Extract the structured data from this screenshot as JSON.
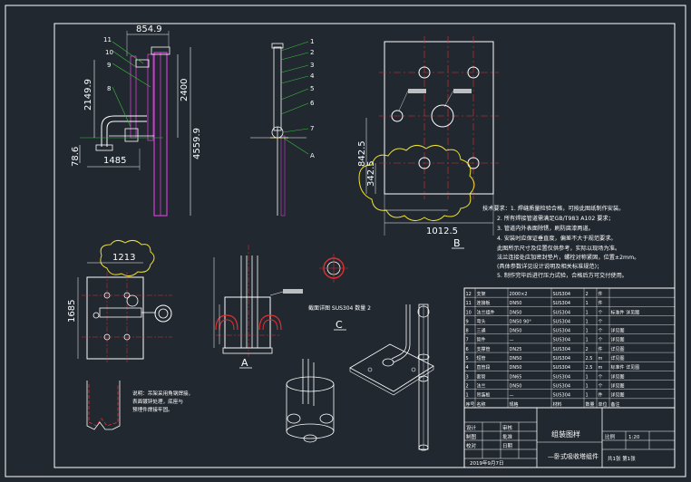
{
  "dimensions": {
    "d_854_9": "854.9",
    "d_2149_9": "2149.9",
    "d_2400": "2400",
    "d_4559_9": "4559.9",
    "d_78_6": "78.6",
    "d_1485": "1485",
    "d_842_5": "842.5",
    "d_342_5": "342.5",
    "d_1012_5": "1012.5",
    "d_1213": "1213",
    "d_1685": "1685"
  },
  "balloons_front": [
    "11",
    "10",
    "9",
    "8"
  ],
  "balloons_side": [
    "1",
    "2",
    "3",
    "4",
    "5",
    "6",
    "7",
    "A"
  ],
  "view_labels": {
    "b": "B",
    "a": "A",
    "c": "C"
  },
  "notes": [
    "技术要求：1. 焊缝质量检验合格，可按此图纸制作安装。",
    "2. 所有焊接管道需满足GB/T983 A102 要求；",
    "3. 管道内外表面除锈，刷防腐漆两道。",
    "4. 安装时应保证垂直度，偏差不大于规范要求。",
    "此图所示尺寸及位置仅供参考，实际以现场为准。",
    "法兰连接处应加密封垫片，螺栓对称紧固，位置±2mm。",
    "(具体参数详见设计说明及相关标准规范)；",
    "5. 制作完毕后进行压力试验，合格后方可交付使用。"
  ],
  "small_notes": [
    "说明：吊架采用角钢焊接，",
    "表面镀锌处理，底座与",
    "预埋件焊接牢固。"
  ],
  "annot_c": "截面详图 SUS304  数量 2",
  "bom_rows": [
    [
      "12",
      "支架",
      "2000×2",
      "SUS304",
      "2",
      "件",
      ""
    ],
    [
      "11",
      "连接板",
      "DN50",
      "SUS304",
      "1",
      "件",
      ""
    ],
    [
      "10",
      "法兰组件",
      "DN50",
      "SUS304",
      "1",
      "个",
      "标准件 详见图"
    ],
    [
      "9",
      "弯头",
      "DN50 90°",
      "SUS304",
      "1",
      "个",
      ""
    ],
    [
      "8",
      "三通",
      "DN50",
      "SUS304",
      "1",
      "个",
      "详见图"
    ],
    [
      "7",
      "管件",
      "—",
      "SUS304",
      "1",
      "个",
      "详见图"
    ],
    [
      "6",
      "支撑管",
      "DN25",
      "SUS304",
      "2",
      "件",
      "详见图"
    ],
    [
      "5",
      "短管",
      "DN50",
      "SUS304",
      "2.5",
      "m",
      "详见图"
    ],
    [
      "4",
      "直管段",
      "DN50",
      "SUS304",
      "2.5",
      "m",
      "标准件 详见图"
    ],
    [
      "3",
      "套管",
      "DN65",
      "SUS304",
      "1",
      "个",
      "详见图"
    ],
    [
      "2",
      "法兰",
      "DN50",
      "SUS304",
      "1",
      "个",
      "详见图"
    ],
    [
      "1",
      "吊装板",
      "—",
      "SUS304",
      "1",
      "件",
      "详见图"
    ],
    [
      "序号",
      "名称",
      "规格",
      "材料",
      "数量",
      "单位",
      "备注"
    ]
  ],
  "title_block": {
    "title": "组装图样",
    "subtitle": "—卧式吸收塔组件",
    "row1": [
      "设计",
      "",
      "审核",
      ""
    ],
    "row2": [
      "制图",
      "",
      "批准",
      ""
    ],
    "row3": [
      "校对",
      "",
      "日期",
      ""
    ],
    "date": "2019年9月7日",
    "scale_label": "比例",
    "scale": "1:20",
    "sheet": "共1张 第1张"
  },
  "colors": {
    "background": "#212830",
    "line_white": "#ffffff",
    "magenta": "#d83cd8",
    "yellow": "#f0e030",
    "red": "#e03030",
    "green": "#38c038",
    "cyan": "#38d0e0"
  }
}
